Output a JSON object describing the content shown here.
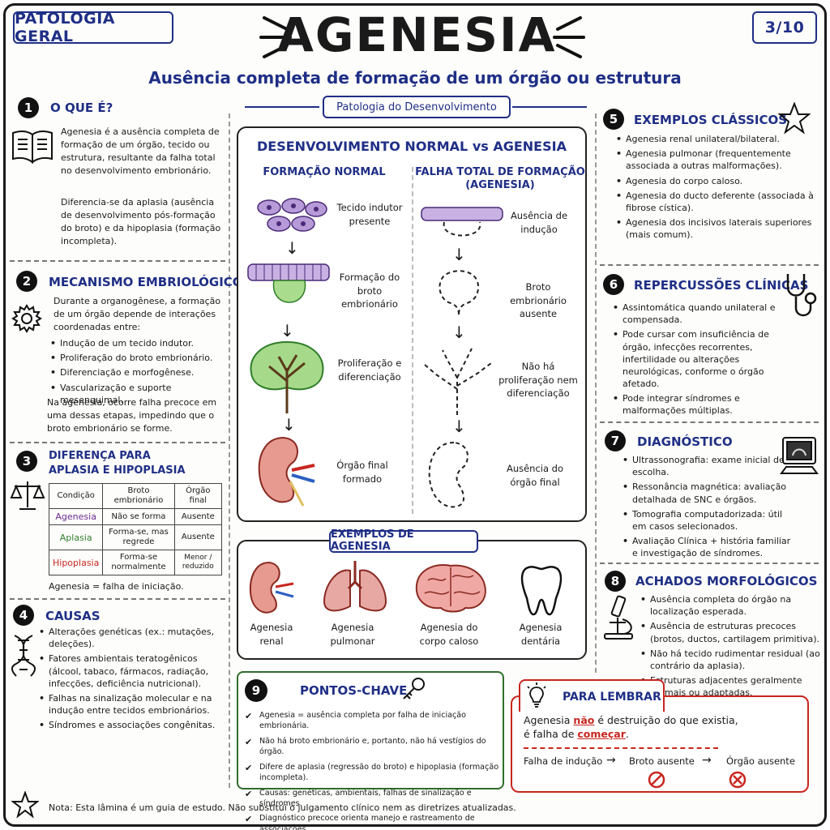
{
  "header": {
    "course": "PATOLOGIA GERAL",
    "title": "AGENESIA",
    "page": "3/10",
    "subtitle": "Ausência completa de formação de um órgão ou estrutura",
    "tag": "Patologia do Desenvolvimento"
  },
  "s1": {
    "num": "1",
    "title": "O QUE É?",
    "p1": "Agenesia é a ausência completa de formação de um órgão, tecido ou estrutura, resultante da falha total no desenvolvimento embrionário.",
    "p2": "Diferencia-se da aplasia (ausência de desenvolvimento pós-formação do broto) e da hipoplasia (formação incompleta)."
  },
  "s2": {
    "num": "2",
    "title": "MECANISMO EMBRIOLÓGICO",
    "intro": "Durante a organogênese, a formação de um órgão depende de interações coordenadas entre:",
    "items": [
      "Indução de um tecido indutor.",
      "Proliferação do broto embrionário.",
      "Diferenciação e morfogênese.",
      "Vascularização e suporte mesenquimal."
    ],
    "outro": "Na agenesia, ocorre falha precoce em uma dessas etapas, impedindo que o broto embrionário se forme."
  },
  "s3": {
    "num": "3",
    "title1": "DIFERENÇA PARA",
    "title2": "APLASIA E HIPOPLASIA",
    "headers": [
      "Condição",
      "Broto embrionário",
      "Órgão final"
    ],
    "rows": [
      {
        "cond": "Agenesia",
        "broto": "Não se forma",
        "orgao": "Ausente"
      },
      {
        "cond": "Aplasia",
        "broto": "Forma-se, mas regrede",
        "orgao": "Ausente"
      },
      {
        "cond": "Hipoplasia",
        "broto": "Forma-se normalmente",
        "orgao": "Menor / reduzido"
      }
    ],
    "note": "Agenesia = falha de iniciação."
  },
  "s4": {
    "num": "4",
    "title": "CAUSAS",
    "items": [
      "Alterações genéticas (ex.: mutações, deleções).",
      "Fatores ambientais teratogênicos (álcool, tabaco, fármacos, radiação, infecções, deficiência nutricional).",
      "Falhas na sinalização molecular e na indução entre tecidos embrionários.",
      "Síndromes e associações congênitas."
    ]
  },
  "diagram": {
    "title": "DESENVOLVIMENTO NORMAL vs AGENESIA",
    "normal_title": "FORMAÇÃO NORMAL",
    "fail_title1": "FALHA TOTAL DE FORMAÇÃO",
    "fail_title2": "(AGENESIA)",
    "normal_steps": [
      "Tecido indutor presente",
      "Formação do broto embrionário",
      "Proliferação e diferenciação",
      "Órgão final formado"
    ],
    "fail_steps": [
      "Ausência de indução",
      "Broto embrionário ausente",
      "Não há proliferação nem diferenciação",
      "Ausência do órgão final"
    ]
  },
  "examples": {
    "title": "EXEMPLOS DE AGENESIA",
    "items": [
      "Agenesia renal",
      "Agenesia pulmonar",
      "Agenesia do corpo caloso",
      "Agenesia dentária"
    ]
  },
  "s9": {
    "num": "9",
    "title": "PONTOS-CHAVE",
    "items": [
      "Agenesia = ausência completa por falha de iniciação embrionária.",
      "Não há broto embrionário e, portanto, não há vestígios do órgão.",
      "Difere de aplasia (regressão do broto) e hipoplasia (formação incompleta).",
      "Causas: genéticas, ambientais, falhas de sinalização e síndromes.",
      "Diagnóstico precoce orienta manejo e rastreamento de associações."
    ]
  },
  "s5": {
    "num": "5",
    "title": "EXEMPLOS CLÁSSICOS",
    "items": [
      "Agenesia renal unilateral/bilateral.",
      "Agenesia pulmonar (frequentemente associada a outras malformações).",
      "Agenesia do corpo caloso.",
      "Agenesia do ducto deferente (associada à fibrose cística).",
      "Agenesia dos incisivos laterais superiores (mais comum)."
    ]
  },
  "s6": {
    "num": "6",
    "title": "REPERCUSSÕES CLÍNICAS",
    "items": [
      "Assintomática quando unilateral e compensada.",
      "Pode cursar com insuficiência de órgão, infecções recorrentes, infertilidade ou alterações neurológicas, conforme o órgão afetado.",
      "Pode integrar síndromes e malformações múltiplas."
    ]
  },
  "s7": {
    "num": "7",
    "title": "DIAGNÓSTICO",
    "items": [
      "Ultrassonografia: exame inicial de escolha.",
      "Ressonância magnética: avaliação detalhada de SNC e órgãos.",
      "Tomografia computadorizada: útil em casos selecionados.",
      "Avaliação Clínica + história familiar e investigação de síndromes."
    ]
  },
  "s8": {
    "num": "8",
    "title": "ACHADOS MORFOLÓGICOS",
    "items": [
      "Ausência completa do órgão na localização esperada.",
      "Ausência de estruturas precoces (brotos, ductos, cartilagem primitiva).",
      "Não há tecido rudimentar residual (ao contrário da aplasia).",
      "Estruturas adjacentes geralmente normais ou adaptadas."
    ]
  },
  "remember": {
    "title": "PARA LEMBRAR",
    "line1_a": "Agenesia ",
    "line1_b": "não",
    "line1_c": " é destruição do que existia,",
    "line2_a": "é falha de ",
    "line2_b": "começar",
    "line2_c": ".",
    "flow": [
      "Falha de indução",
      "Broto ausente",
      "Órgão ausente"
    ],
    "arrow": "→"
  },
  "footer": {
    "note": "Nota: Esta lâmina é um guia de estudo. Não substitui o julgamento clínico nem as diretrizes atualizadas."
  },
  "colors": {
    "navy": "#1f2f86",
    "red": "#c8261f",
    "green": "#2f7d2a",
    "purple": "#6a2b8f"
  }
}
